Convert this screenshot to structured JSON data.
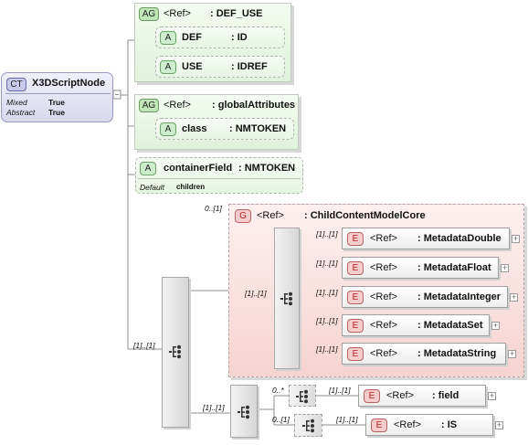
{
  "complex_type": {
    "badge": "CT",
    "name": "X3DScriptNode",
    "properties": [
      {
        "key": "Mixed",
        "value": "True"
      },
      {
        "key": "Abstract",
        "value": "True"
      }
    ]
  },
  "attr_group_def_use": {
    "badge": "AG",
    "ref": "<Ref>",
    "type": ": DEF_USE",
    "attributes": [
      {
        "badge": "A",
        "name": "DEF",
        "type": ": ID"
      },
      {
        "badge": "A",
        "name": "USE",
        "type": ": IDREF"
      }
    ]
  },
  "attr_group_global": {
    "badge": "AG",
    "ref": "<Ref>",
    "type": ": globalAttributes",
    "attributes": [
      {
        "badge": "A",
        "name": "class",
        "type": ": NMTOKEN"
      }
    ]
  },
  "container_field": {
    "badge": "A",
    "name": "containerField",
    "type": ": NMTOKEN",
    "default_key": "Default",
    "default_value": "children"
  },
  "group": {
    "badge": "G",
    "ref": "<Ref>",
    "type": ": ChildContentModelCore",
    "cardinality": "0..[1]",
    "inner_cardinality": "[1]..[1]",
    "elements": [
      {
        "badge": "E",
        "ref": "<Ref>",
        "type": ": MetadataDouble",
        "cardinality": "[1]..[1]"
      },
      {
        "badge": "E",
        "ref": "<Ref>",
        "type": ": MetadataFloat",
        "cardinality": "[1]..[1]"
      },
      {
        "badge": "E",
        "ref": "<Ref>",
        "type": ": MetadataInteger",
        "cardinality": "[1]..[1]"
      },
      {
        "badge": "E",
        "ref": "<Ref>",
        "type": ": MetadataSet",
        "cardinality": "[1]..[1]"
      },
      {
        "badge": "E",
        "ref": "<Ref>",
        "type": ": MetadataString",
        "cardinality": "[1]..[1]"
      }
    ]
  },
  "main_sequence": {
    "cardinality": "[1]..[1]"
  },
  "lower_sequence": {
    "cardinality": "[1]..[1]"
  },
  "field_branch": {
    "choice_cardinality": "0..*",
    "badge": "E",
    "ref": "<Ref>",
    "type": ": field",
    "cardinality": "[1]..[1]"
  },
  "is_branch": {
    "choice_cardinality": "0..[1]",
    "badge": "E",
    "ref": "<Ref>",
    "type": ": IS",
    "cardinality": "[1]..[1]"
  }
}
